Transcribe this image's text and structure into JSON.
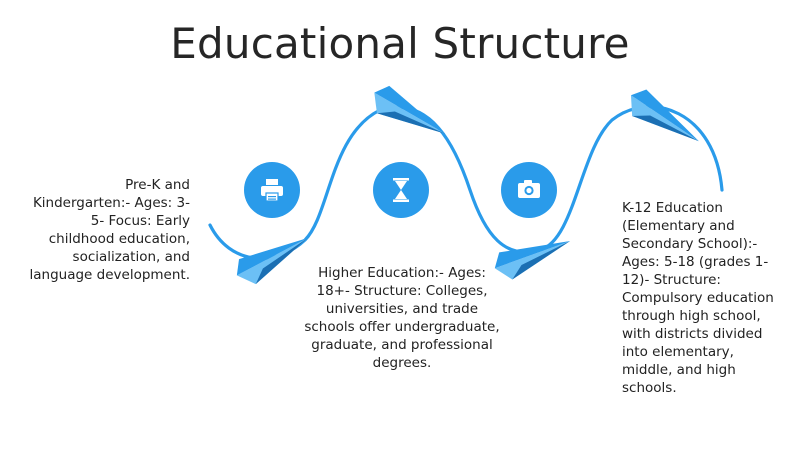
{
  "slide": {
    "title": "Educational Structure"
  },
  "stages": [
    {
      "icon": "printer-icon",
      "text": "Pre-K and Kindergarten:- Ages: 3-5- Focus: Early childhood education, socialization, and language development."
    },
    {
      "icon": "hourglass-icon",
      "text": "Higher Education:- Ages: 18+- Structure: Colleges, universities, and trade schools offer undergraduate, graduate, and professional degrees."
    },
    {
      "icon": "camera-icon",
      "text": "K-12 Education (Elementary and Secondary School):- Ages: 5-18 (grades 1-12)- Structure: Compulsory education through high school, with districts divided into elementary, middle, and high schools."
    }
  ],
  "colors": {
    "accent": "#2a9bea",
    "accent_light": "#6cc0f5",
    "accent_dark": "#1b6fb3",
    "title": "#262626",
    "text": "#222222"
  }
}
